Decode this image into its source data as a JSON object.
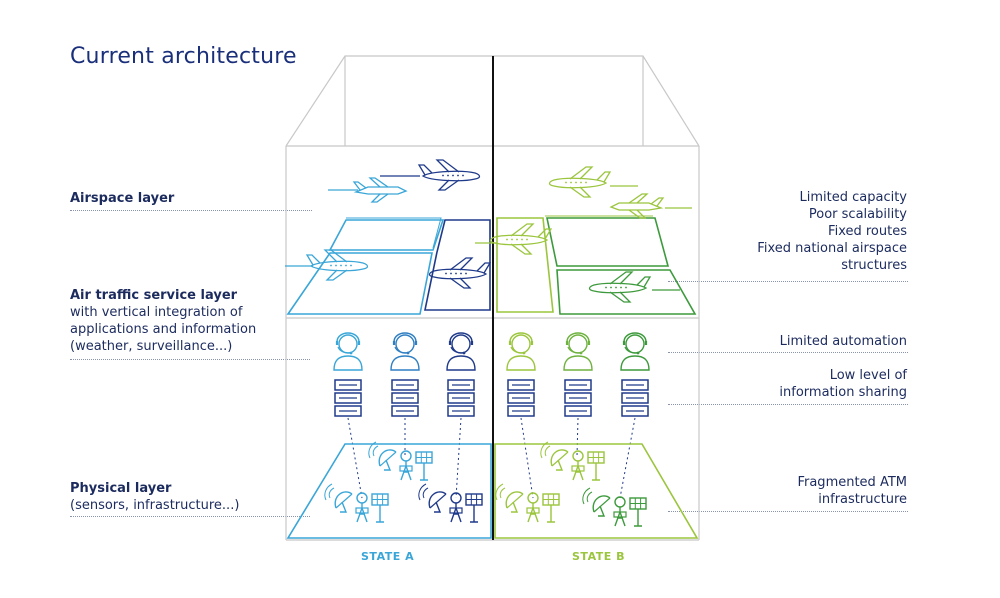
{
  "title": "Current architecture",
  "layers": {
    "airspace": "Airspace layer",
    "ats_title": "Air traffic service layer",
    "ats_line1": "with vertical integration of",
    "ats_line2": "applications and information",
    "ats_line3": "(weather, surveillance...)",
    "physical_title": "Physical layer",
    "physical_sub": "(sensors, infrastructure...)"
  },
  "issues": {
    "airspace": [
      "Limited capacity",
      "Poor scalability",
      "Fixed routes",
      "Fixed national airspace",
      "structures"
    ],
    "automation": "Limited automation",
    "sharing": [
      "Low level of",
      "information sharing"
    ],
    "physical": [
      "Fragmented ATM",
      "infrastructure"
    ]
  },
  "states": {
    "a": "STATE A",
    "b": "STATE B"
  },
  "colors": {
    "title": "#1a2f7a",
    "state_a_light": "#3aa6d8",
    "state_a_dark": "#1f3a8a",
    "state_b_light": "#9bc53d",
    "state_b_dark": "#3d9a3c",
    "outline": "#c8c8c8",
    "divider": "#111111"
  },
  "icons": [
    "airplane-icon",
    "controller-headset-icon",
    "server-stack-icon",
    "radar-dish-icon",
    "antenna-tower-icon",
    "solar-panel-icon"
  ]
}
